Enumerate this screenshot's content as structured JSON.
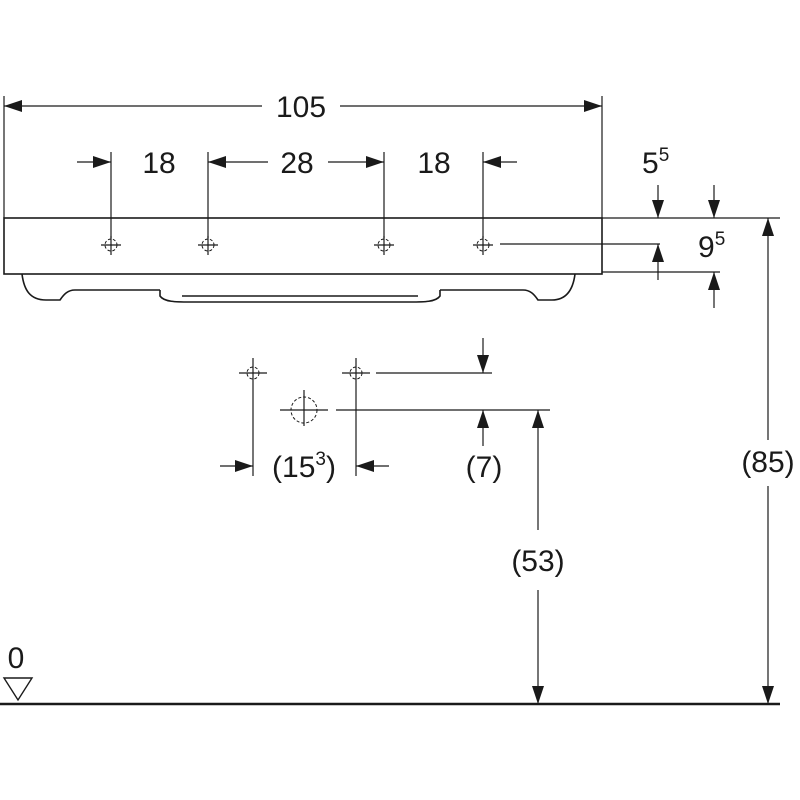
{
  "dimensions": {
    "overall_width": "105",
    "left_spacing": "18",
    "center_spacing": "28",
    "right_spacing": "18",
    "rim_offset_base": "5",
    "rim_offset_sup": "5",
    "basin_thickness_base": "9",
    "basin_thickness_sup": "5",
    "tap_spacing_prefix": "(15",
    "tap_spacing_sup": "3",
    "tap_spacing_suffix": ")",
    "drain_offset": "(7)",
    "drain_height": "(53)",
    "rim_height": "(85)",
    "floor_level": "0"
  }
}
